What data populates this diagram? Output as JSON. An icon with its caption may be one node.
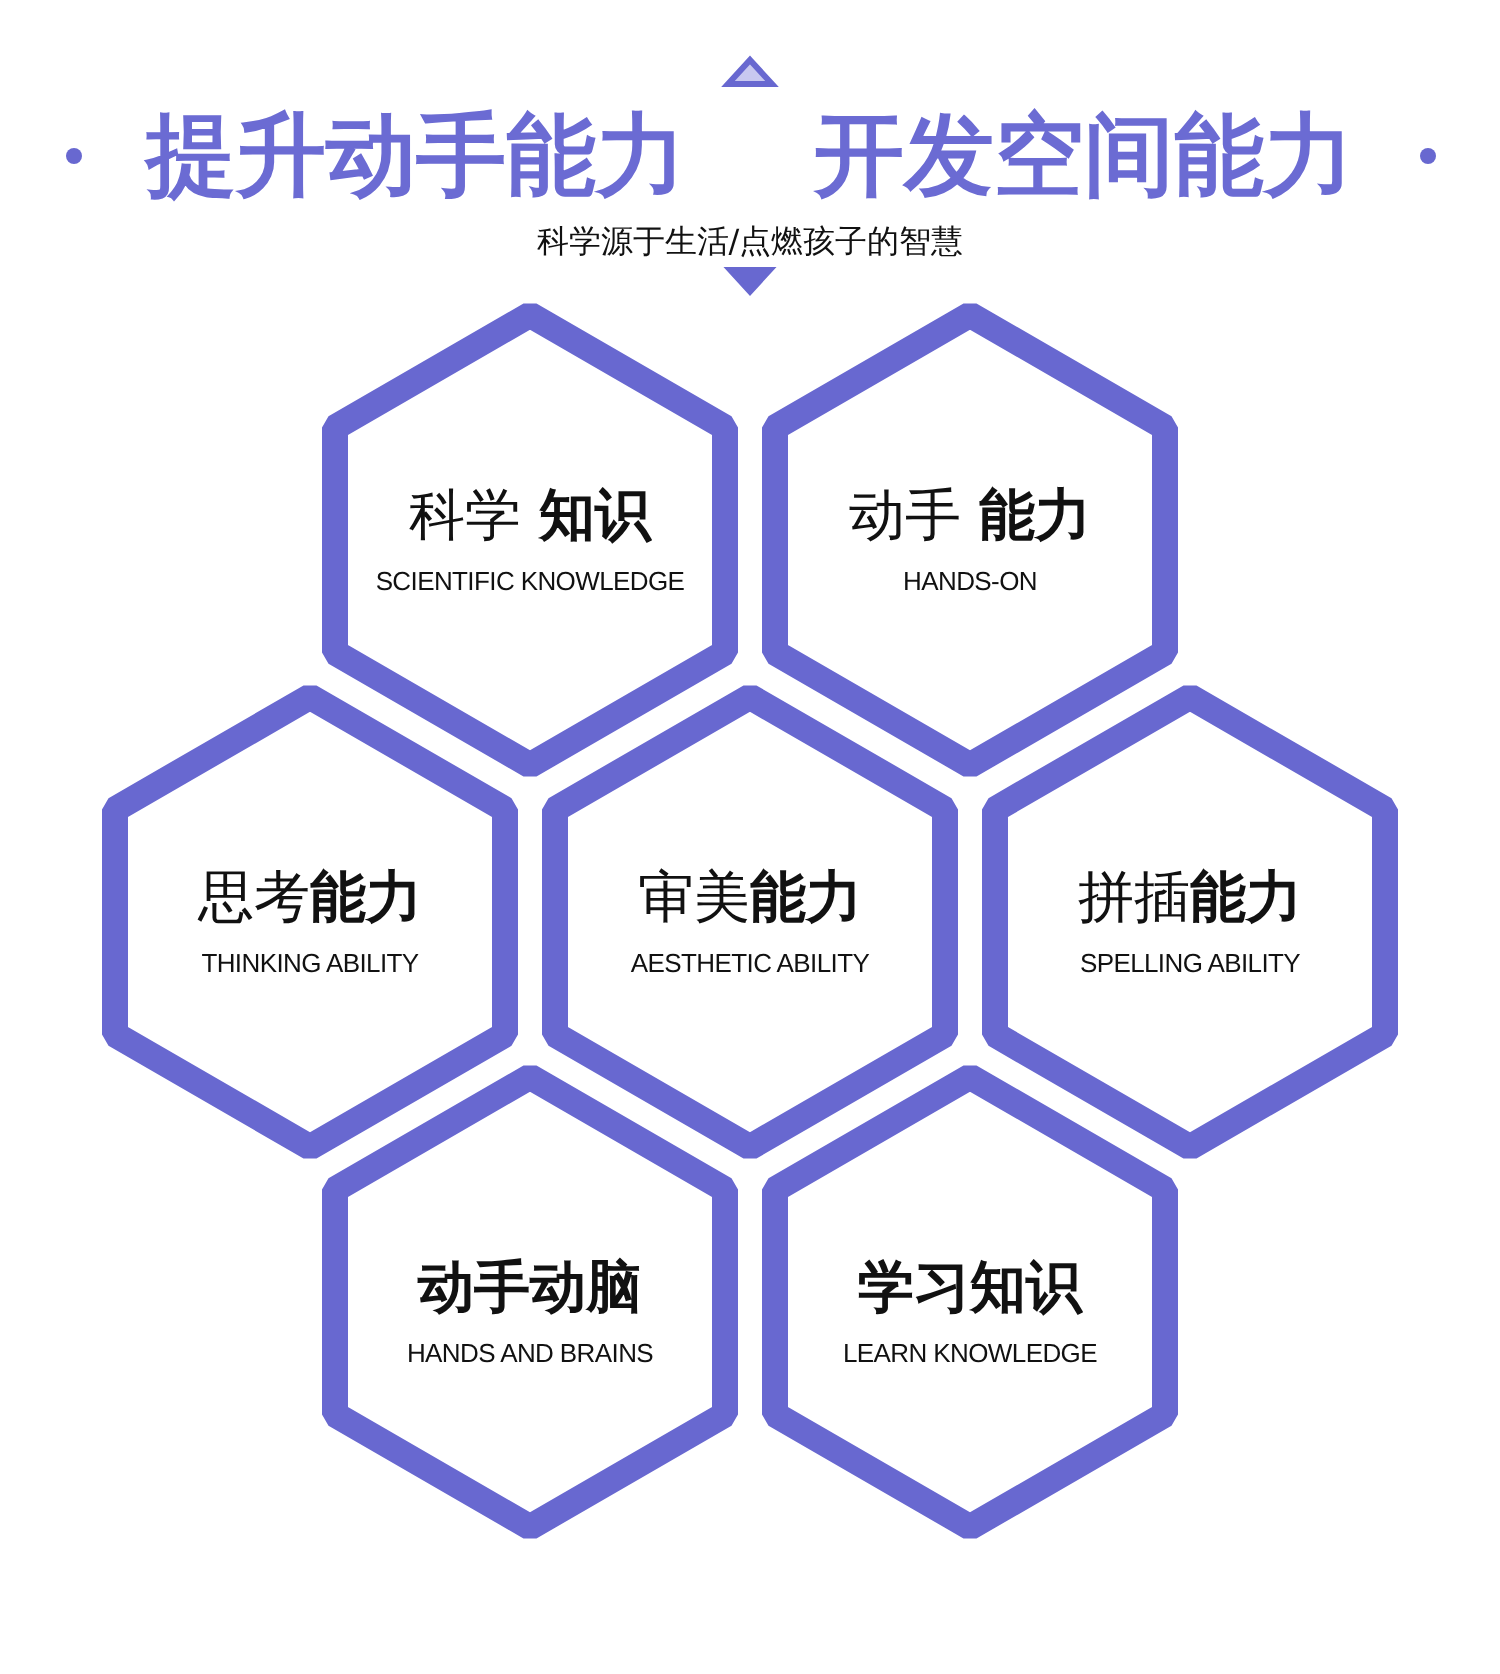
{
  "diagram": {
    "title": "提升动手能力 开发空间能力",
    "nodes": [
      {
        "text": [
          "科学 **知识**",
          "SCIENTIFIC KNOWLEDGE"
        ]
      },
      {
        "text": [
          "动手 **能力**",
          "HANDS-ON"
        ]
      },
      {
        "text": [
          "思考**能力**",
          "THINKING ABILITY"
        ]
      },
      {
        "text": [
          "审美**能力**",
          "AESTHETIC ABILITY"
        ]
      },
      {
        "text": [
          "拼插**能力**",
          "SPELLING ABILITY"
        ]
      },
      {
        "text": [
          "动手动脑",
          "HANDS AND BRAINS"
        ]
      },
      {
        "text": [
          "学习知识",
          "LEARN KNOWLEDGE"
        ]
      }
    ],
    "labels": [
      "科学源于生活/点燃孩子的智慧"
    ]
  }
}
